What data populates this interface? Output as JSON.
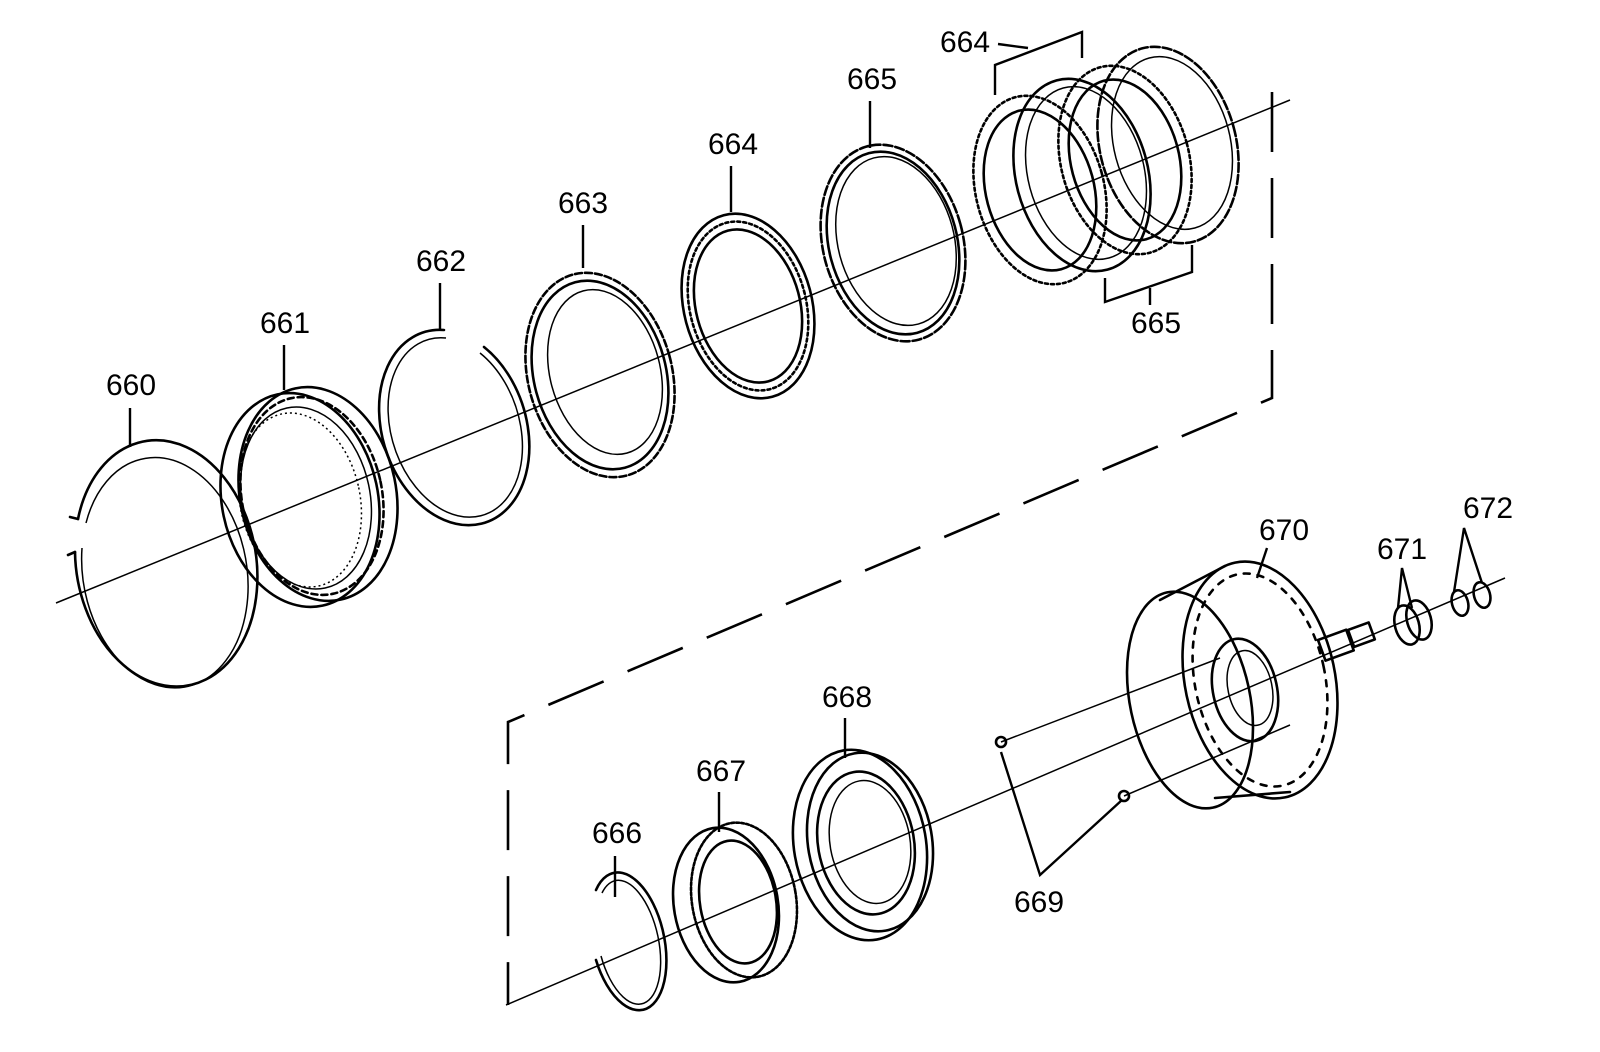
{
  "labels": {
    "l660": "660",
    "l661": "661",
    "l662": "662",
    "l663": "663",
    "l664a": "664",
    "l665a": "665",
    "l664b": "664",
    "l665b": "665",
    "l666": "666",
    "l667": "667",
    "l668": "668",
    "l669": "669",
    "l670": "670",
    "l671": "671",
    "l672": "672"
  }
}
